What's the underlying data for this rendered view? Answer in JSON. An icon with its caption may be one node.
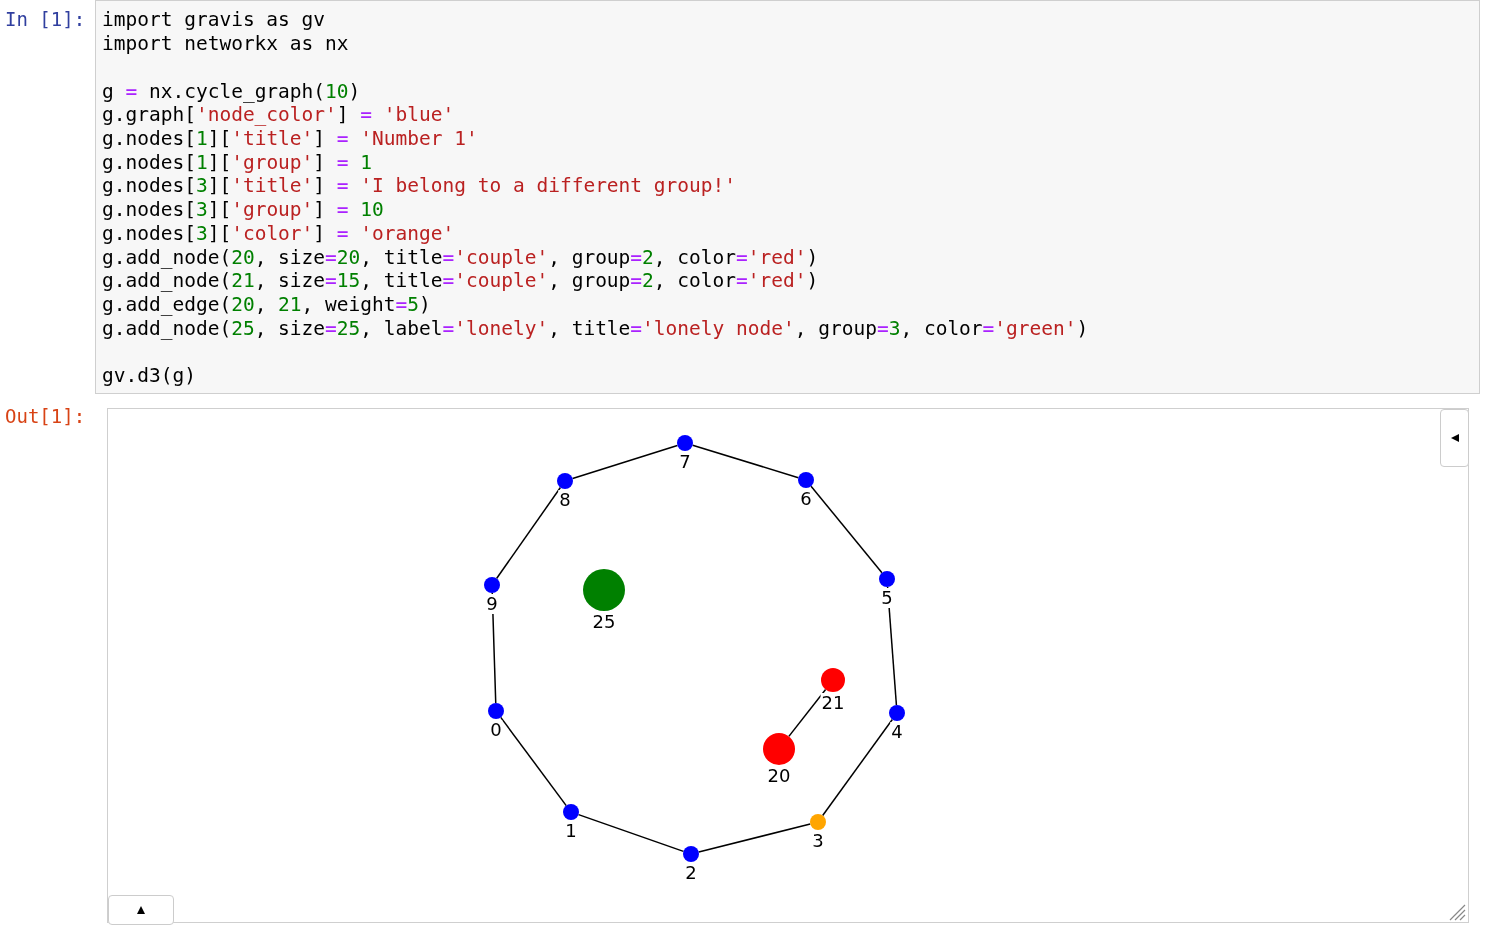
{
  "diagram": {
    "nodes": [
      {
        "text": [],
        "shape": "circle",
        "beside": [
          "7"
        ]
      },
      {
        "text": [],
        "shape": "circle",
        "beside": [
          "8"
        ]
      },
      {
        "text": [],
        "shape": "circle",
        "beside": [
          "6"
        ]
      },
      {
        "text": [],
        "shape": "circle",
        "beside": [
          "9"
        ]
      },
      {
        "text": [],
        "shape": "circle",
        "beside": [
          "5"
        ]
      },
      {
        "text": [],
        "shape": "circle",
        "beside": [
          "25"
        ]
      },
      {
        "text": [],
        "shape": "circle",
        "beside": [
          "21"
        ]
      },
      {
        "text": [],
        "shape": "circle",
        "beside": [
          "0"
        ]
      },
      {
        "text": [],
        "shape": "circle",
        "beside": [
          "4"
        ]
      },
      {
        "text": [],
        "shape": "circle",
        "beside": [
          "20"
        ]
      },
      {
        "text": [],
        "shape": "circle",
        "beside": [
          "1"
        ]
      },
      {
        "text": [],
        "shape": "circle",
        "beside": [
          "3"
        ]
      },
      {
        "text": [],
        "shape": "circle",
        "beside": [
          "2"
        ]
      }
    ],
    "edges": [
      {
        "from": 7,
        "to": 10,
        "arrow": "none"
      },
      {
        "from": 10,
        "to": 12,
        "arrow": "none"
      },
      {
        "from": 12,
        "to": 11,
        "arrow": "none"
      },
      {
        "from": 11,
        "to": 8,
        "arrow": "none"
      },
      {
        "from": 8,
        "to": 4,
        "arrow": "none"
      },
      {
        "from": 4,
        "to": 2,
        "arrow": "none"
      },
      {
        "from": 2,
        "to": 0,
        "arrow": "none"
      },
      {
        "from": 0,
        "to": 1,
        "arrow": "none"
      },
      {
        "from": 1,
        "to": 3,
        "arrow": "none"
      },
      {
        "from": 3,
        "to": 7,
        "arrow": "none"
      },
      {
        "from": 9,
        "to": 6,
        "arrow": "none"
      }
    ],
    "labels": [
      "In [1]:",
      "import gravis as gv",
      "import networkx as nx",
      "g = nx.cycle_graph(10)",
      "g.graph['node_color'] = 'blue'",
      "g.nodes[1]['title'] = 'Number 1'",
      "g.nodes[1]['group'] = 1",
      "g.nodes[3]['title'] = 'I belong to a different group!'",
      "g.nodes[3]['group'] = 10",
      "g.nodes[3]['color'] = 'orange'",
      "g.add_node(20, size=20, title='couple', group=2, color='red')",
      "g.add_node(21, size=15, title='couple', group=2, color='red')",
      "g.add_edge(20, 21, weight=5)",
      "g.add_node(25, size=25, label='lonely', title='lonely node', group=3, color='green')",
      "gv.d3(g)",
      "Out[1]:"
    ]
  }
}
